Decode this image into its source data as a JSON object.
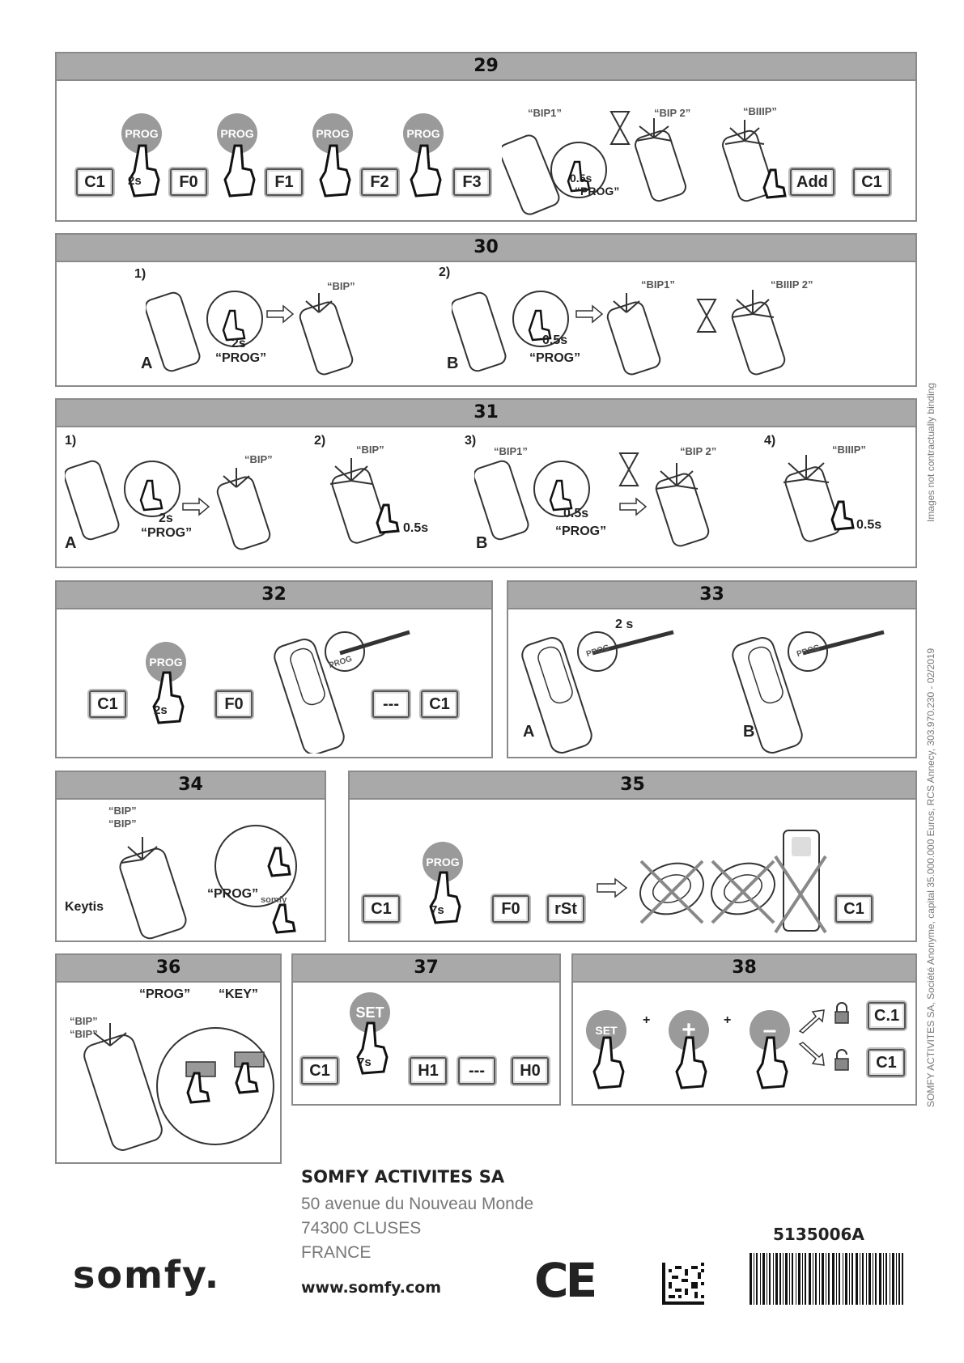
{
  "side_texts": {
    "images_note": "Images not contractually binding",
    "company_legal": "SOMFY ACTIVITES SA, Société Anonyme, capital 35.000.000 Euros, RCS Annecy, 303.970.230 - 02/2019"
  },
  "panels": {
    "p29": {
      "number": "29",
      "keys": [
        "C1",
        "F0",
        "F1",
        "F2",
        "F3",
        "Add",
        "C1"
      ],
      "prog": "PROG",
      "t2s": "2s",
      "bip1": "“BIP1”",
      "bip2": "“BIP 2”",
      "biiip": "“BIIIP”",
      "t05": "0.5s",
      "prog_q": "“PROG”"
    },
    "p30": {
      "number": "30",
      "step1": "1)",
      "step2": "2)",
      "bip": "“BIP”",
      "bip1": "“BIP1”",
      "biiip2": "“BIIIP 2”",
      "t2s": "2s",
      "t05": "0.5s",
      "prog_q": "“PROG”",
      "prog_q2": "“PROG”",
      "a": "A",
      "b": "B"
    },
    "p31": {
      "number": "31",
      "step1": "1)",
      "step2": "2)",
      "step3": "3)",
      "step4": "4)",
      "bip": "“BIP”",
      "bip_b": "“BIP”",
      "bip1": "“BIP1”",
      "bip2": "“BIP 2”",
      "biiip": "“BIIIP”",
      "t2s": "2s",
      "prog_q": "“PROG”",
      "prog_q2": "“PROG”",
      "t05a": "0.5s",
      "t05b": "0.5s",
      "t05c": "0.5s",
      "a": "A",
      "b": "B"
    },
    "p32": {
      "number": "32",
      "keys": [
        "C1",
        "F0",
        "---",
        "C1"
      ],
      "prog": "PROG",
      "t2s": "2s",
      "prog_small": "PROG"
    },
    "p33": {
      "number": "33",
      "t2s": "2 s",
      "prog_small_a": "PROG",
      "prog_small_b": "PROG",
      "a": "A",
      "b": "B"
    },
    "p34": {
      "number": "34",
      "bip1": "“BIP”",
      "bip2": "“BIP”",
      "prog_q": "“PROG”",
      "keytis": "Keytis",
      "somfy": "somfy"
    },
    "p35": {
      "number": "35",
      "keys": [
        "C1",
        "F0",
        "rSt",
        "C1"
      ],
      "prog": "PROG",
      "t7s": "7s"
    },
    "p36": {
      "number": "36",
      "prog_q": "“PROG”",
      "key_q": "“KEY”",
      "bip1": "“BIP”",
      "bip2": "“BIP”"
    },
    "p37": {
      "number": "37",
      "keys": [
        "C1",
        "H1",
        "---",
        "H0"
      ],
      "set": "SET",
      "t7s": "7s"
    },
    "p38": {
      "number": "38",
      "set": "SET",
      "plus_btn": "+",
      "minus_btn": "–",
      "plus1": "+",
      "plus2": "+",
      "keys": [
        "C.1",
        "C1"
      ]
    }
  },
  "footer": {
    "company": "SOMFY ACTIVITES SA",
    "address1": "50 avenue du Nouveau Monde",
    "address2": "74300 CLUSES",
    "address3": "FRANCE",
    "website": "www.somfy.com",
    "doc_number": "5135006A",
    "logo": "somfy.",
    "ce": "CE"
  }
}
